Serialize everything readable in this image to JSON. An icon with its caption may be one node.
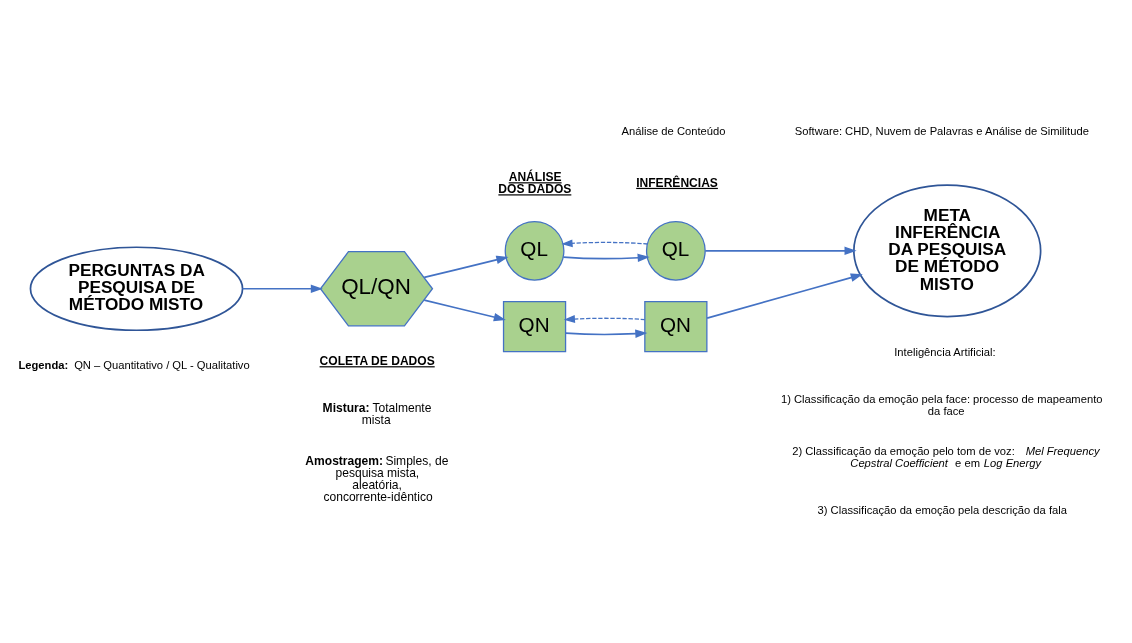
{
  "diagram": {
    "nodes": [
      {
        "text": [
          "PERGUNTAS DA PESQUISA DE MÉTODO MISTO"
        ]
      },
      {
        "text": [
          "QL/QN"
        ],
        "beside": [
          "COLETA DE DADOS",
          "**Mistura:** Totalmente mista",
          "**Amostragem:** Simples, de pesquisa mista, aleatória, concorrente-idêntico"
        ]
      },
      {
        "text": [
          "QL"
        ],
        "beside": [
          "ANÁLISE DOS DADOS"
        ]
      },
      {
        "text": [
          "QL"
        ],
        "beside": [
          "INFERÊNCIAS"
        ]
      },
      {
        "text": [
          "QN"
        ]
      },
      {
        "text": [
          "QN"
        ]
      },
      {
        "text": [
          "META INFERÊNCIA DA PESQUISA DE MÉTODO MISTO"
        ]
      }
    ],
    "edges": [
      {
        "from": 0,
        "to": 1,
        "arrow": "to"
      },
      {
        "from": 1,
        "to": 2,
        "arrow": "to"
      },
      {
        "from": 1,
        "to": 4,
        "arrow": "to"
      },
      {
        "from": 2,
        "to": 3,
        "arrow": "to"
      },
      {
        "from": 3,
        "to": 2,
        "arrow": "to",
        "style": "dashed"
      },
      {
        "from": 4,
        "to": 5,
        "arrow": "to"
      },
      {
        "from": 5,
        "to": 4,
        "arrow": "to",
        "style": "dashed"
      },
      {
        "from": 3,
        "to": 6,
        "arrow": "to"
      },
      {
        "from": 5,
        "to": 6,
        "arrow": "to"
      }
    ],
    "labels": [
      "Análise de Conteúdo",
      "Software: CHD, Nuvem de Palavras e Análise de Similitude",
      "Inteligência Artificial:",
      "1) Classificação da emoção pela face: processo de mapeamento da face",
      "2) Classificação da emoção pelo tom de voz: *Mel Frequency Cepstral Coefficient* e em *Log Energy*",
      "3) Classificação da emoção pela descrição da fala",
      "**Legenda:** QN – Quantitativo / QL - Qualitativo"
    ]
  }
}
